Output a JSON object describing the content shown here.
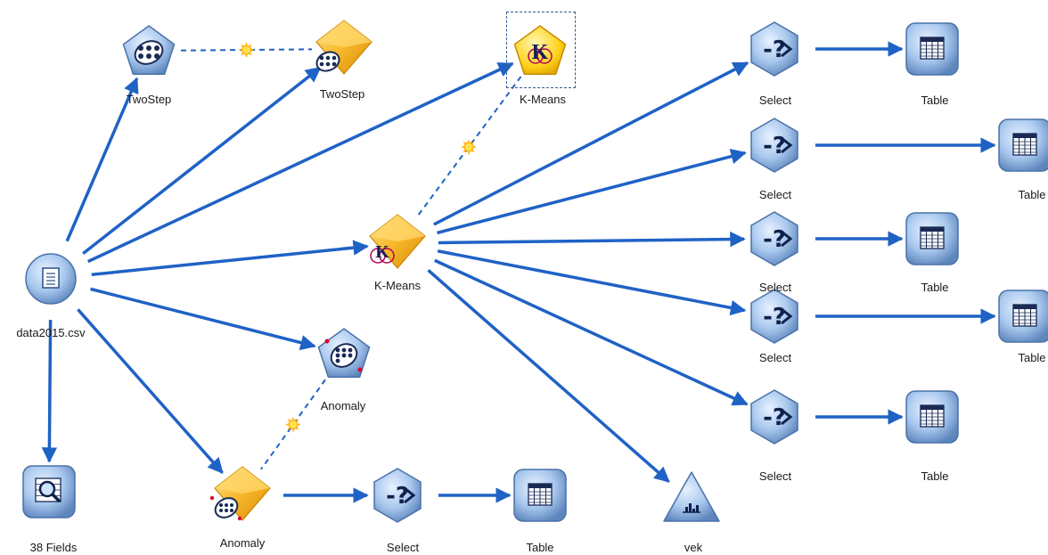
{
  "canvas": {
    "background": "#ffffff",
    "link_color": "#1f62c6",
    "model_link_color": "#1f62c6"
  },
  "nodes": [
    {
      "id": "source",
      "type": "source",
      "icon": "document-icon",
      "label": "data2015.csv"
    },
    {
      "id": "twostep_build",
      "type": "modeling",
      "icon": "twostep-icon",
      "label": "TwoStep"
    },
    {
      "id": "twostep_model",
      "type": "nugget",
      "icon": "twostep-nugget-icon",
      "label": "TwoStep"
    },
    {
      "id": "kmeans_build",
      "type": "modeling",
      "icon": "kmeans-icon",
      "label": "K-Means",
      "selected": true
    },
    {
      "id": "kmeans_model",
      "type": "nugget",
      "icon": "kmeans-nugget-icon",
      "label": "K-Means"
    },
    {
      "id": "anomaly_build",
      "type": "modeling",
      "icon": "anomaly-icon",
      "label": "Anomaly"
    },
    {
      "id": "anomaly_model",
      "type": "nugget",
      "icon": "anomaly-nugget-icon",
      "label": "Anomaly"
    },
    {
      "id": "fields",
      "type": "output",
      "icon": "data-audit-icon",
      "label": "38 Fields"
    },
    {
      "id": "select_a",
      "type": "select",
      "icon": "select-icon",
      "label": "Select"
    },
    {
      "id": "table_a",
      "type": "table",
      "icon": "table-icon",
      "label": "Table"
    },
    {
      "id": "vek",
      "type": "graph",
      "icon": "histogram-icon",
      "label": "vek"
    },
    {
      "id": "select_1",
      "type": "select",
      "icon": "select-icon",
      "label": "Select"
    },
    {
      "id": "select_2",
      "type": "select",
      "icon": "select-icon",
      "label": "Select"
    },
    {
      "id": "select_3",
      "type": "select",
      "icon": "select-icon",
      "label": "Select"
    },
    {
      "id": "select_4",
      "type": "select",
      "icon": "select-icon",
      "label": "Select"
    },
    {
      "id": "select_5",
      "type": "select",
      "icon": "select-icon",
      "label": "Select"
    },
    {
      "id": "table_1",
      "type": "table",
      "icon": "table-icon",
      "label": "Table"
    },
    {
      "id": "table_2",
      "type": "table",
      "icon": "table-icon",
      "label": "Table"
    },
    {
      "id": "table_3",
      "type": "table",
      "icon": "table-icon",
      "label": "Table"
    },
    {
      "id": "table_4",
      "type": "table",
      "icon": "table-icon",
      "label": "Table"
    },
    {
      "id": "table_5",
      "type": "table",
      "icon": "table-icon",
      "label": "Table"
    }
  ],
  "links": [
    {
      "from": "source",
      "to": "twostep_build"
    },
    {
      "from": "source",
      "to": "twostep_model"
    },
    {
      "from": "source",
      "to": "kmeans_build"
    },
    {
      "from": "source",
      "to": "kmeans_model"
    },
    {
      "from": "source",
      "to": "anomaly_build"
    },
    {
      "from": "source",
      "to": "anomaly_model"
    },
    {
      "from": "source",
      "to": "fields"
    },
    {
      "from": "kmeans_model",
      "to": "select_1"
    },
    {
      "from": "kmeans_model",
      "to": "select_2"
    },
    {
      "from": "kmeans_model",
      "to": "select_3"
    },
    {
      "from": "kmeans_model",
      "to": "select_4"
    },
    {
      "from": "kmeans_model",
      "to": "select_5"
    },
    {
      "from": "kmeans_model",
      "to": "vek"
    },
    {
      "from": "select_1",
      "to": "table_1"
    },
    {
      "from": "select_2",
      "to": "table_2"
    },
    {
      "from": "select_3",
      "to": "table_3"
    },
    {
      "from": "select_4",
      "to": "table_4"
    },
    {
      "from": "select_5",
      "to": "table_5"
    },
    {
      "from": "anomaly_model",
      "to": "select_a"
    },
    {
      "from": "select_a",
      "to": "table_a"
    }
  ],
  "model_links": [
    {
      "from": "twostep_build",
      "to": "twostep_model"
    },
    {
      "from": "kmeans_build",
      "to": "kmeans_model"
    },
    {
      "from": "anomaly_build",
      "to": "anomaly_model"
    }
  ]
}
